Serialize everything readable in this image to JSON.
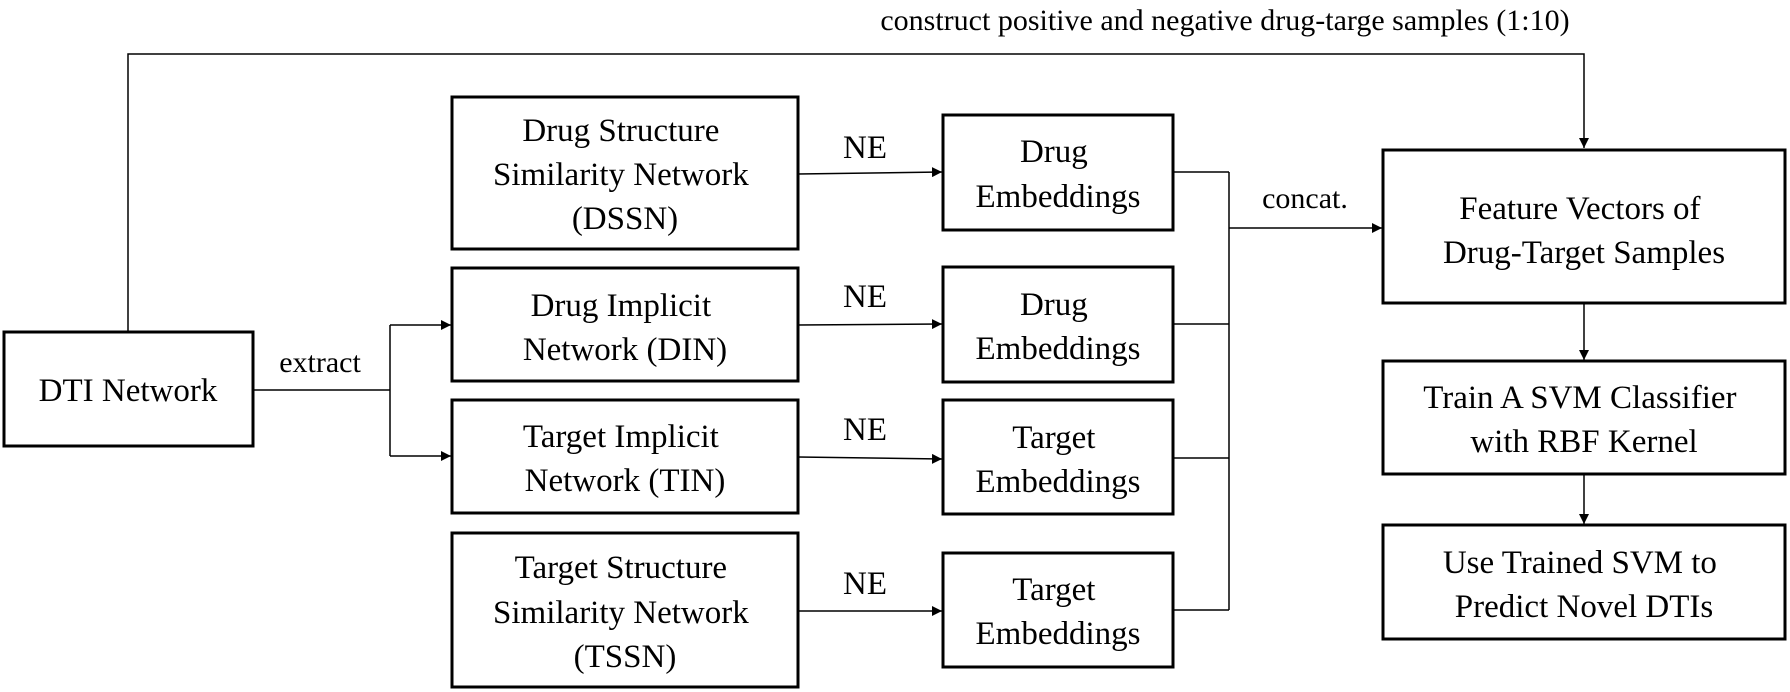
{
  "top_label": "construct positive and negative drug-targe samples (1:10)",
  "dti_network": "DTI Network",
  "extract_label": "extract",
  "ne_label": "NE",
  "concat_label": "concat.",
  "networks": {
    "dssn": [
      "Drug Structure",
      "Similarity Network",
      "(DSSN)"
    ],
    "din": [
      "Drug Implicit",
      "Network (DIN)"
    ],
    "tin": [
      "Target Implicit",
      "Network (TIN)"
    ],
    "tssn": [
      "Target Structure",
      "Similarity Network",
      "(TSSN)"
    ]
  },
  "embeddings": {
    "drug_1": [
      "Drug",
      "Embeddings"
    ],
    "drug_2": [
      "Drug",
      "Embeddings"
    ],
    "target_1": [
      "Target",
      "Embeddings"
    ],
    "target_2": [
      "Target",
      "Embeddings"
    ]
  },
  "feature_vectors": [
    "Feature Vectors of",
    "Drug-Target Samples"
  ],
  "train_svm": [
    "Train A SVM Classifier",
    "with RBF Kernel"
  ],
  "predict": [
    "Use Trained SVM to",
    "Predict Novel DTIs"
  ]
}
